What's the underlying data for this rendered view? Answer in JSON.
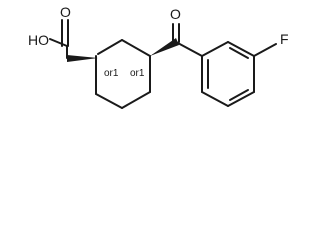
{
  "molecule": {
    "atoms": {
      "hydroxyl": "HO",
      "carbonyl_oxygen_acid": "O",
      "carbonyl_oxygen_ketone": "O",
      "fluorine": "F"
    },
    "stereo_labels": {
      "c1": "or1",
      "c3": "or1"
    }
  },
  "colors": {
    "bond": "#1a1a1a",
    "background": "#ffffff"
  }
}
